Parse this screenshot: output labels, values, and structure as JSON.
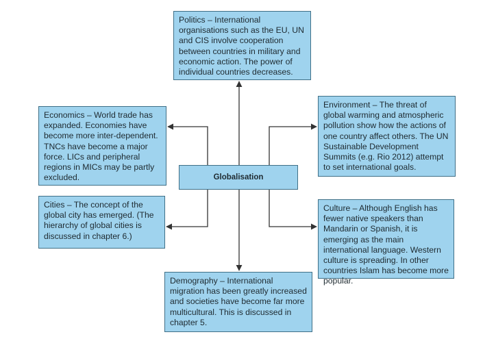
{
  "center": {
    "label": "Globalisation"
  },
  "boxes": {
    "politics": "Politics – International organisations such as the EU, UN and CIS involve cooperation between countries in military and economic action. The power of individual countries decreases.",
    "economics": "Economics – World trade has expanded. Economies have become more inter-dependent. TNCs have become a major force. LICs and peripheral regions in MICs may be partly excluded.",
    "environment": "Environment – The threat of global warming and atmospheric pollution show how the actions of one country affect others. The UN Sustainable Development Summits (e.g. Rio 2012) attempt to set international goals.",
    "cities": "Cities – The concept of the global city has emerged. (The hierarchy of global cities is discussed in chapter 6.)",
    "culture": "Culture – Although English has fewer native speakers than Mandarin or Spanish, it is emerging as the main international language. Western culture is spreading. In other countries Islam has become more popular.",
    "demography": "Demography – International migration has been greatly increased and societies have become far more multicultural. This is discussed in chapter 5."
  },
  "colors": {
    "box_fill": "#9fd3ee",
    "box_border": "#3f6f86",
    "arrow": "#333333"
  }
}
